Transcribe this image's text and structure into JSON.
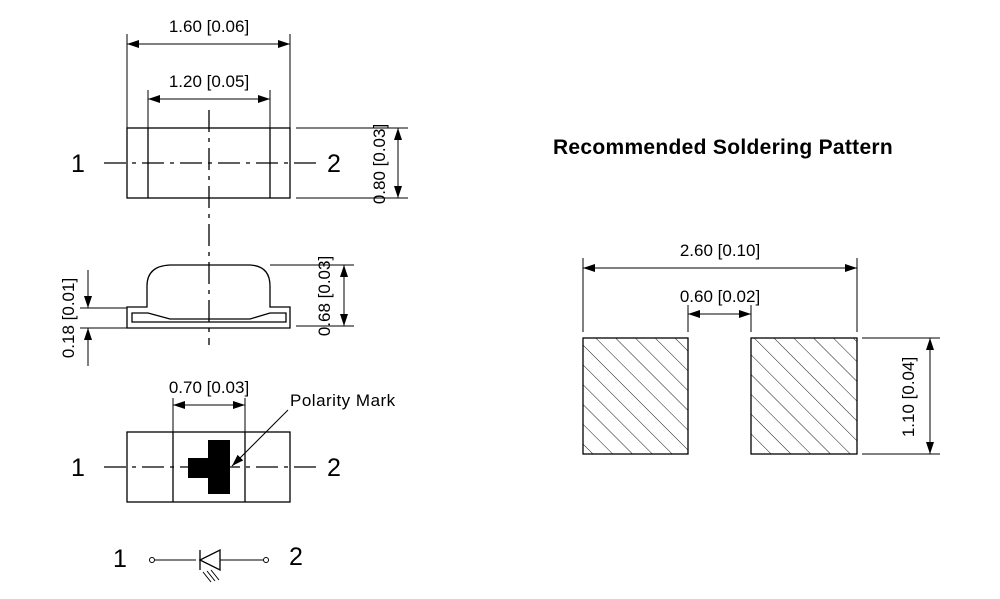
{
  "top_view": {
    "dim_width": "1.60 [0.06]",
    "dim_inner": "1.20 [0.05]",
    "dim_height": "0.80 [0.03]",
    "pin1": "1",
    "pin2": "2"
  },
  "side_view": {
    "dim_base": "0.18 [0.01]",
    "dim_total": "0.68 [0.03]"
  },
  "bottom_view": {
    "dim_mark": "0.70 [0.03]",
    "polarity_label": "Polarity Mark",
    "pin1": "1",
    "pin2": "2"
  },
  "schematic": {
    "pin1": "1",
    "pin2": "2"
  },
  "soldering": {
    "title": "Recommended Soldering Pattern",
    "dim_total": "2.60 [0.10]",
    "dim_gap": "0.60 [0.02]",
    "dim_height": "1.10 [0.04]"
  }
}
